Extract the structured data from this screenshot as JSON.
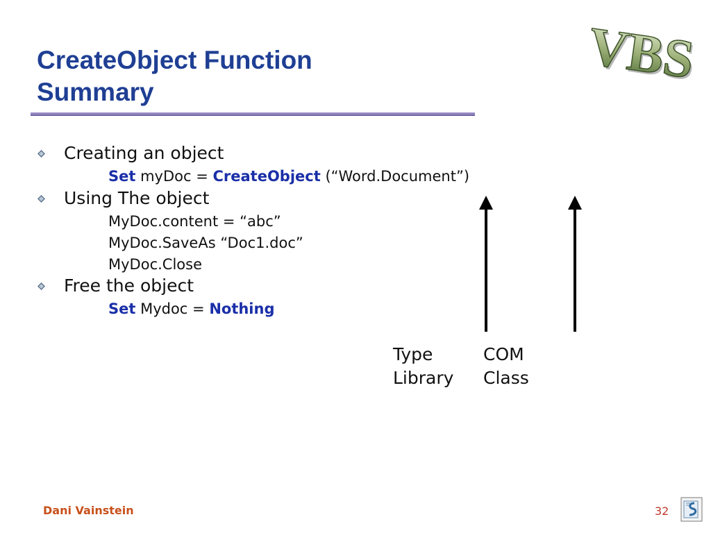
{
  "slide": {
    "title_line1": "CreateObject Function",
    "title_line2": "Summary",
    "logo_text": "VBS",
    "bullets": [
      {
        "text": "Creating an object",
        "lines": [
          {
            "set_kw": "Set",
            "middle": " myDoc = ",
            "fn_kw": "CreateObject",
            "rest": " (“Word.Document”)"
          }
        ]
      },
      {
        "text": "Using The object",
        "lines": [
          "MyDoc.content = “abc”",
          "MyDoc.SaveAs “Doc1.doc”",
          "MyDoc.Close"
        ]
      },
      {
        "text": "Free the object",
        "lines": [
          {
            "set_kw": "Set",
            "middle": " Mydoc = ",
            "fn_kw": "Nothing"
          }
        ]
      }
    ],
    "annotations": {
      "type_library": [
        "Type",
        "Library"
      ],
      "com_class": [
        "COM",
        "Class"
      ]
    },
    "footer": {
      "author": "Dani Vainstein",
      "page": "32"
    },
    "colors": {
      "title": "#1f3f94",
      "keyword": "#1a2fa8",
      "author": "#c8501a",
      "page": "#c0392b"
    }
  }
}
